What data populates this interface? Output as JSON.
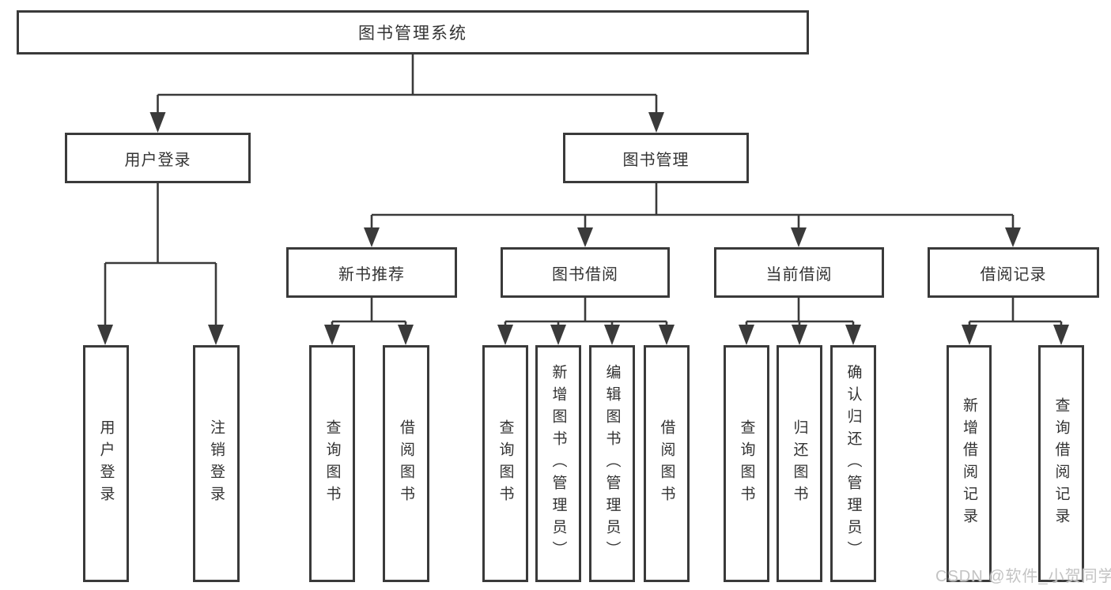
{
  "diagram": {
    "title": "图书管理系统",
    "root": {
      "label": "图书管理系统"
    },
    "branches": [
      {
        "id": "user-login",
        "label": "用户登录"
      },
      {
        "id": "book-management",
        "label": "图书管理"
      }
    ],
    "sections": [
      {
        "id": "new-book-recommend",
        "label": "新书推荐",
        "parent": "book-management"
      },
      {
        "id": "book-borrow",
        "label": "图书借阅",
        "parent": "book-management"
      },
      {
        "id": "current-borrow",
        "label": "当前借阅",
        "parent": "book-management"
      },
      {
        "id": "borrow-records",
        "label": "借阅记录",
        "parent": "book-management"
      }
    ],
    "leaves": [
      {
        "id": "user-login-action",
        "label": "用户登录",
        "parent": "user-login"
      },
      {
        "id": "logout-action",
        "label": "注销登录",
        "parent": "user-login"
      },
      {
        "id": "nb-query-book",
        "label": "查询图书",
        "parent": "new-book-recommend"
      },
      {
        "id": "nb-borrow-book",
        "label": "借阅图书",
        "parent": "new-book-recommend"
      },
      {
        "id": "bb-query-book",
        "label": "查询图书",
        "parent": "book-borrow"
      },
      {
        "id": "bb-add-book",
        "label": "新增图书（管理员）",
        "parent": "book-borrow"
      },
      {
        "id": "bb-edit-book",
        "label": "编辑图书（管理员）",
        "parent": "book-borrow"
      },
      {
        "id": "bb-borrow-book",
        "label": "借阅图书",
        "parent": "book-borrow"
      },
      {
        "id": "cb-query-book",
        "label": "查询图书",
        "parent": "current-borrow"
      },
      {
        "id": "cb-return-book",
        "label": "归还图书",
        "parent": "current-borrow"
      },
      {
        "id": "cb-confirm-return",
        "label": "确认归还（管理员）",
        "parent": "current-borrow"
      },
      {
        "id": "br-add-record",
        "label": "新增借阅记录",
        "parent": "borrow-records"
      },
      {
        "id": "br-query-record",
        "label": "查询借阅记录",
        "parent": "borrow-records"
      }
    ]
  },
  "watermark": {
    "text": "CSDN @软件_小贺同学"
  },
  "colors": {
    "line": "#3a3a3a",
    "text": "#333333",
    "background": "#ffffff",
    "watermark": "#c3c3c3"
  }
}
